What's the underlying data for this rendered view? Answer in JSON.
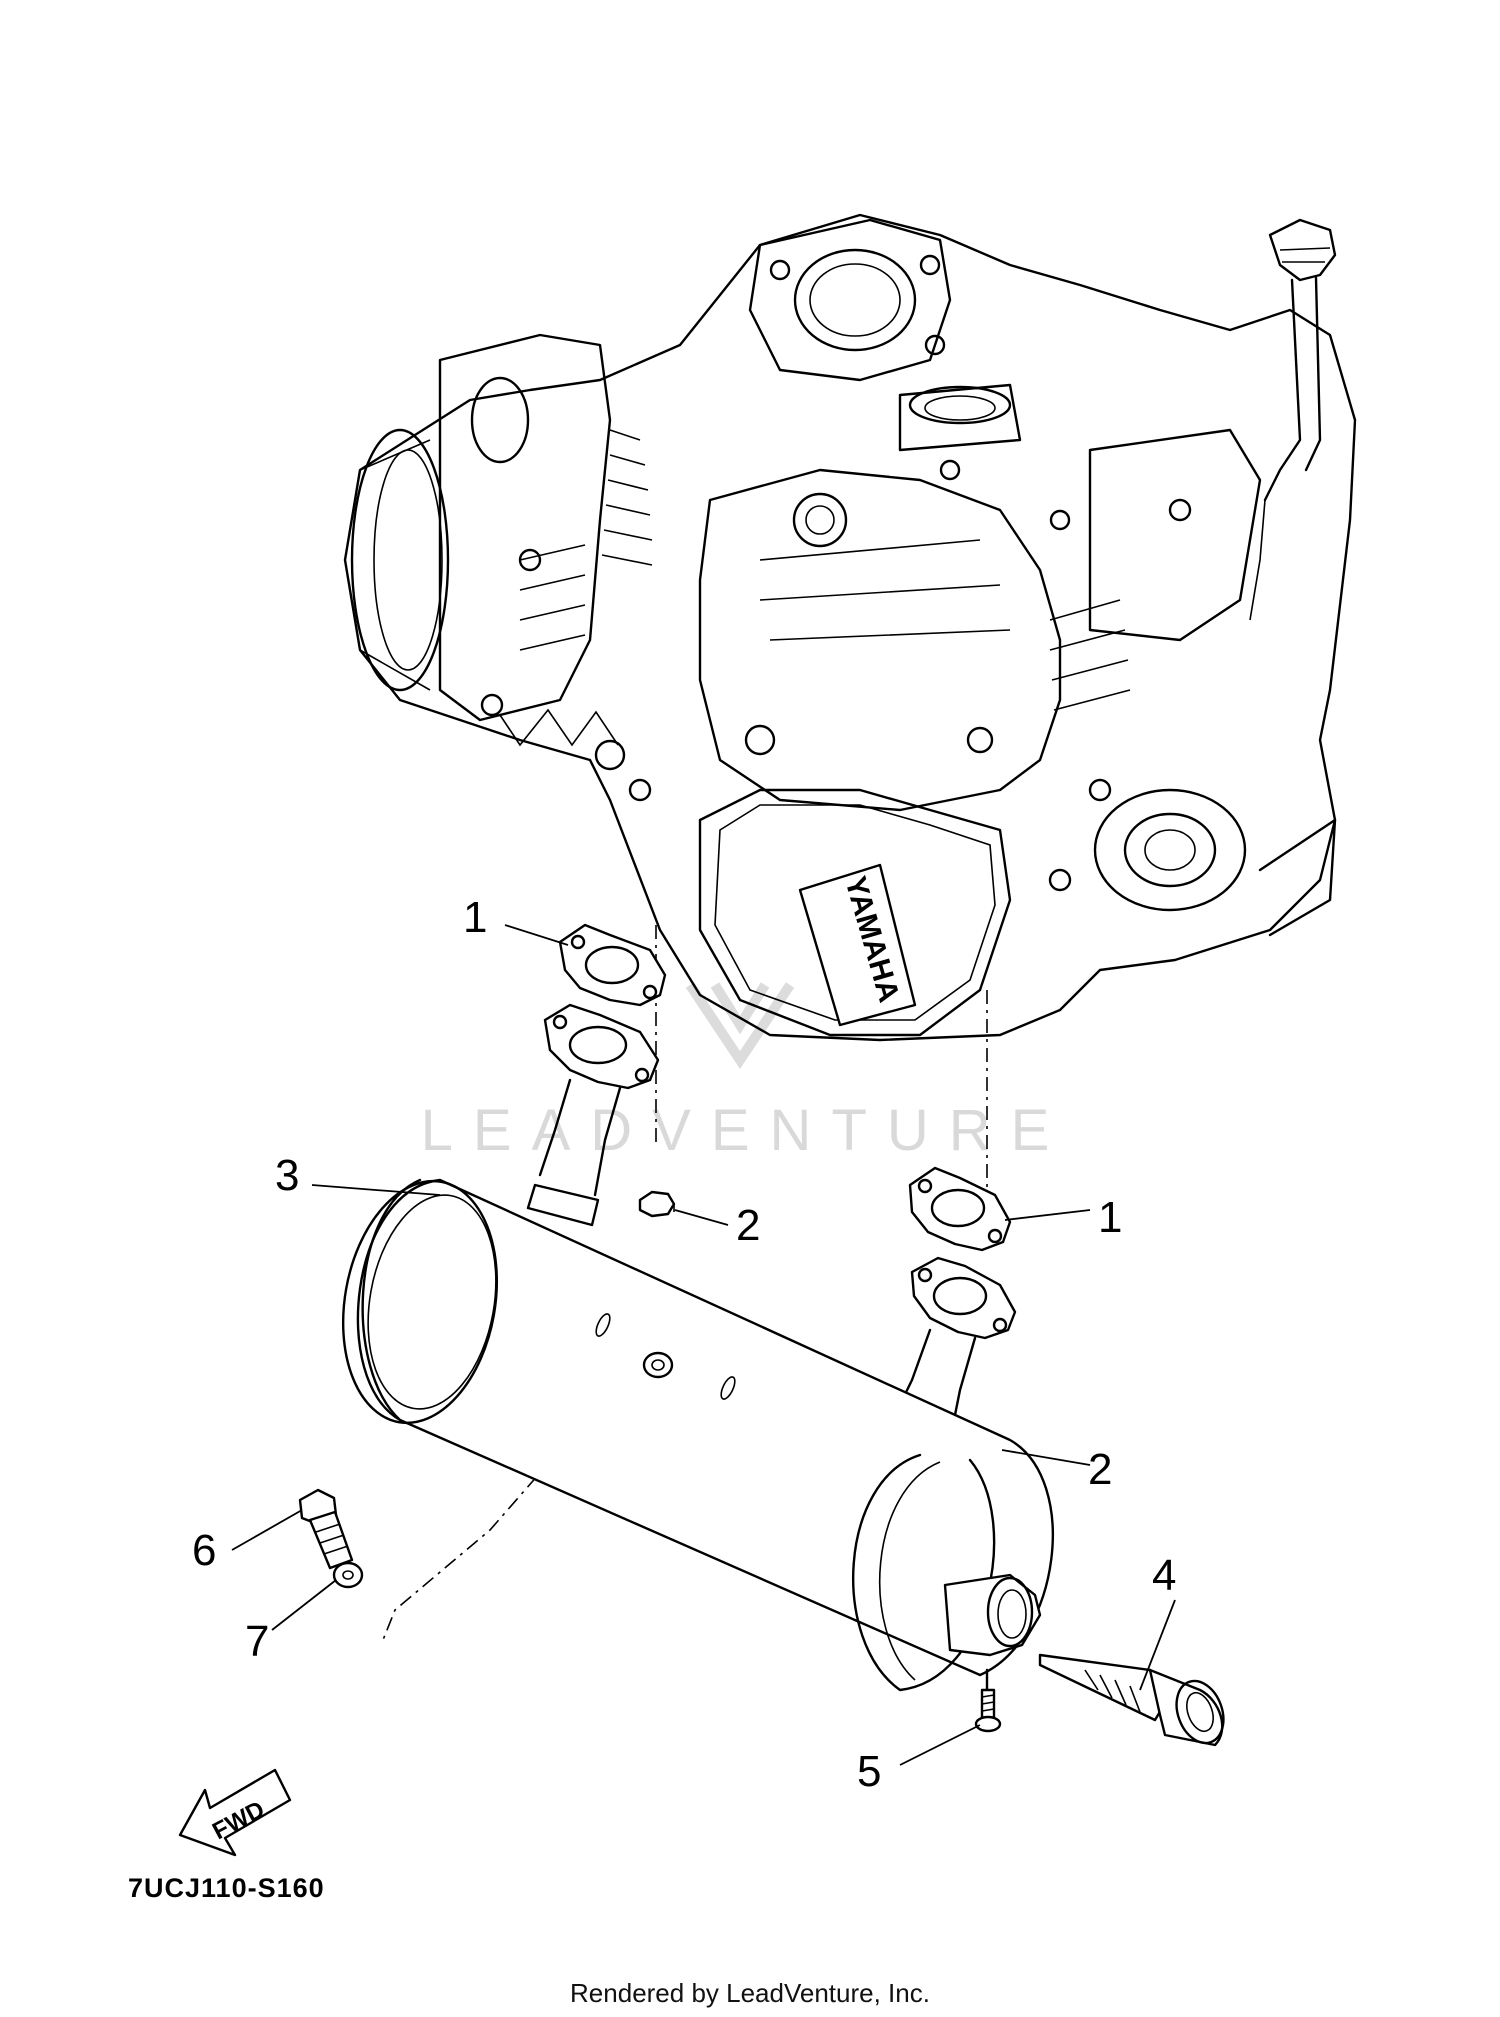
{
  "diagram": {
    "callouts": [
      {
        "id": "c1a",
        "label": "1"
      },
      {
        "id": "c1b",
        "label": "1"
      },
      {
        "id": "c2a",
        "label": "2"
      },
      {
        "id": "c2b",
        "label": "2"
      },
      {
        "id": "c3",
        "label": "3"
      },
      {
        "id": "c4",
        "label": "4"
      },
      {
        "id": "c5",
        "label": "5"
      },
      {
        "id": "c6",
        "label": "6"
      },
      {
        "id": "c7",
        "label": "7"
      }
    ],
    "fwd_label": "FWD",
    "engine_badge": "YAMAHA",
    "drawing_code": "7UCJ110-S160",
    "watermark": "LEADVENTURE",
    "credit": "Rendered by LeadVenture, Inc."
  }
}
